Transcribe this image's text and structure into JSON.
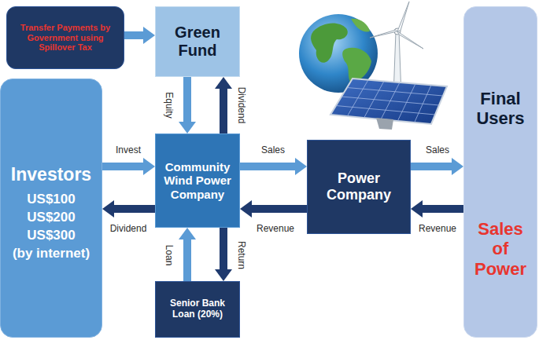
{
  "diagram": {
    "nodes": [
      {
        "text": [
          "Transfer Payments by Government using Spillover Tax"
        ]
      },
      {
        "text": [
          "Green Fund"
        ]
      },
      {
        "text": [
          "Final Users",
          "Sales of Power"
        ]
      },
      {
        "text": [
          "Investors",
          "US$100",
          "US$200",
          "US$300",
          "(by internet)"
        ]
      },
      {
        "text": [
          "Community Wind Power Company"
        ]
      },
      {
        "text": [
          "Power Company"
        ]
      },
      {
        "text": [
          "Senior Bank Loan (20%)"
        ]
      }
    ],
    "edges": [
      {
        "from": 0,
        "to": 1,
        "arrow": "to"
      },
      {
        "from": 3,
        "to": 4,
        "arrow": "to",
        "label": "Invest"
      },
      {
        "from": 1,
        "to": 4,
        "arrow": "to",
        "label": "Equity"
      },
      {
        "from": 4,
        "to": 1,
        "arrow": "to",
        "label": "Dividend"
      },
      {
        "from": 4,
        "to": 3,
        "arrow": "to",
        "label": "Dividend"
      },
      {
        "from": 4,
        "to": 5,
        "arrow": "to",
        "label": "Sales"
      },
      {
        "from": 5,
        "to": 2,
        "arrow": "to",
        "label": "Sales"
      },
      {
        "from": 2,
        "to": 5,
        "arrow": "to",
        "label": "Revenue"
      },
      {
        "from": 5,
        "to": 4,
        "arrow": "to",
        "label": "Revenue"
      },
      {
        "from": 6,
        "to": 4,
        "arrow": "to",
        "label": "Loan"
      },
      {
        "from": 4,
        "to": 6,
        "arrow": "to",
        "label": "Return"
      }
    ]
  }
}
